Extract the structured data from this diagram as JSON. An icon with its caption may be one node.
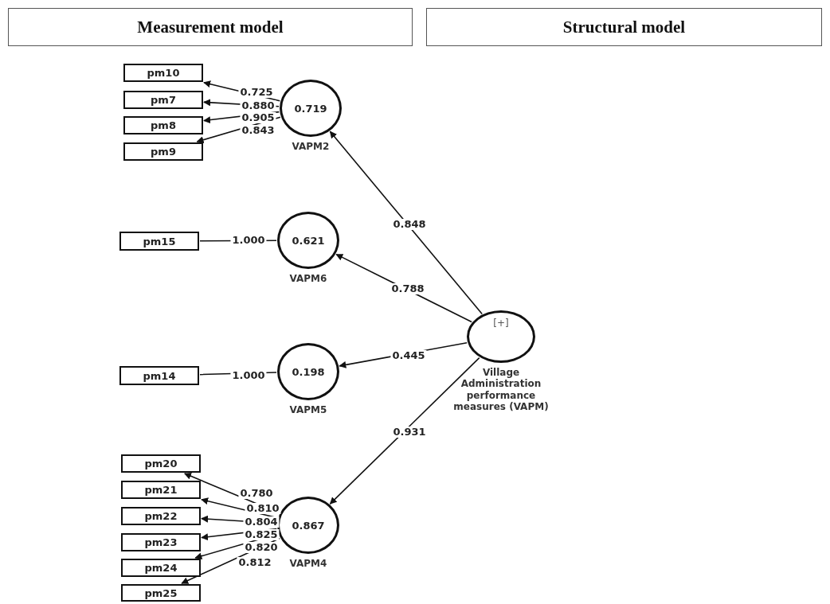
{
  "diagram": {
    "nodes": [
      {
        "text": [
          "Measurement model"
        ]
      },
      {
        "text": [
          "Structural model"
        ]
      },
      {
        "text": [
          "0.719"
        ],
        "beside": [
          "VAPM2"
        ]
      },
      {
        "text": [
          "pm10"
        ]
      },
      {
        "text": [
          "pm7"
        ]
      },
      {
        "text": [
          "pm8"
        ]
      },
      {
        "text": [
          "pm9"
        ]
      },
      {
        "text": [
          "0.621"
        ],
        "beside": [
          "VAPM6"
        ]
      },
      {
        "text": [
          "pm15"
        ]
      },
      {
        "text": [
          "0.198"
        ],
        "beside": [
          "VAPM5"
        ]
      },
      {
        "text": [
          "pm14"
        ]
      },
      {
        "text": [
          "[+]"
        ],
        "beside": [
          "Village Administration performance measures (VAPM)"
        ]
      },
      {
        "text": [
          "0.867"
        ],
        "beside": [
          "VAPM4"
        ]
      },
      {
        "text": [
          "pm20"
        ]
      },
      {
        "text": [
          "pm21"
        ]
      },
      {
        "text": [
          "pm22"
        ]
      },
      {
        "text": [
          "pm23"
        ]
      },
      {
        "text": [
          "pm24"
        ]
      },
      {
        "text": [
          "pm25"
        ]
      }
    ],
    "edges": [
      {
        "from": 2,
        "to": 3,
        "arrow": "to",
        "label": "0.725"
      },
      {
        "from": 2,
        "to": 4,
        "arrow": "to",
        "label": "0.880"
      },
      {
        "from": 2,
        "to": 5,
        "arrow": "to",
        "label": "0.905"
      },
      {
        "from": 2,
        "to": 6,
        "arrow": "to",
        "label": "0.843"
      },
      {
        "from": 7,
        "to": 8,
        "arrow": "none",
        "label": "1.000"
      },
      {
        "from": 9,
        "to": 10,
        "arrow": "none",
        "label": "1.000"
      },
      {
        "from": 11,
        "to": 2,
        "arrow": "to",
        "label": "0.848"
      },
      {
        "from": 11,
        "to": 7,
        "arrow": "to",
        "label": "0.788"
      },
      {
        "from": 11,
        "to": 9,
        "arrow": "to",
        "label": "0.445"
      },
      {
        "from": 11,
        "to": 12,
        "arrow": "to",
        "label": "0.931"
      },
      {
        "from": 12,
        "to": 13,
        "arrow": "to",
        "label": "0.780"
      },
      {
        "from": 12,
        "to": 14,
        "arrow": "to",
        "label": "0.810"
      },
      {
        "from": 12,
        "to": 15,
        "arrow": "to",
        "label": "0.804"
      },
      {
        "from": 12,
        "to": 16,
        "arrow": "to",
        "label": "0.825"
      },
      {
        "from": 12,
        "to": 17,
        "arrow": "to",
        "label": "0.820"
      },
      {
        "from": 12,
        "to": 18,
        "arrow": "to",
        "label": "0.812"
      }
    ]
  }
}
